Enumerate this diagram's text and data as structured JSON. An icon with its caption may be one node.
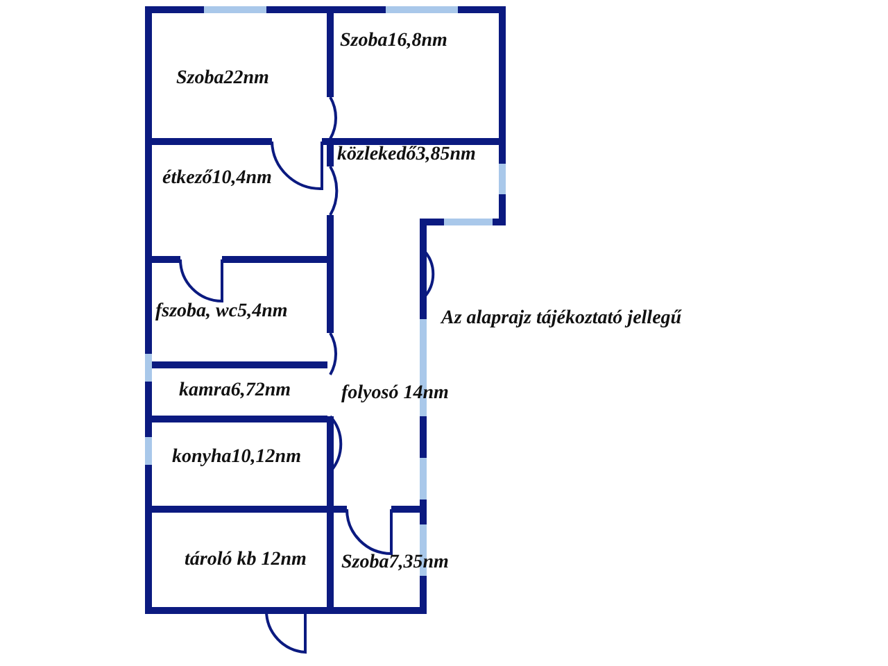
{
  "diagram": {
    "nodes": [
      {
        "text": [
          "Szoba22nm"
        ]
      },
      {
        "text": [
          "Szoba16,8nm"
        ]
      },
      {
        "text": [
          "étkező10,4nm"
        ]
      },
      {
        "text": [
          "közlekedő3,85nm"
        ]
      },
      {
        "text": [
          "fszoba, wc5,4nm"
        ]
      },
      {
        "text": [
          "kamra6,72nm"
        ]
      },
      {
        "text": [
          "folyosó 14nm"
        ]
      },
      {
        "text": [
          "konyha10,12nm"
        ]
      },
      {
        "text": [
          "tároló kb 12nm"
        ]
      },
      {
        "text": [
          "Szoba7,35nm"
        ]
      }
    ],
    "labels": [
      "Az alaprajz tájékoztató jellegű"
    ]
  }
}
